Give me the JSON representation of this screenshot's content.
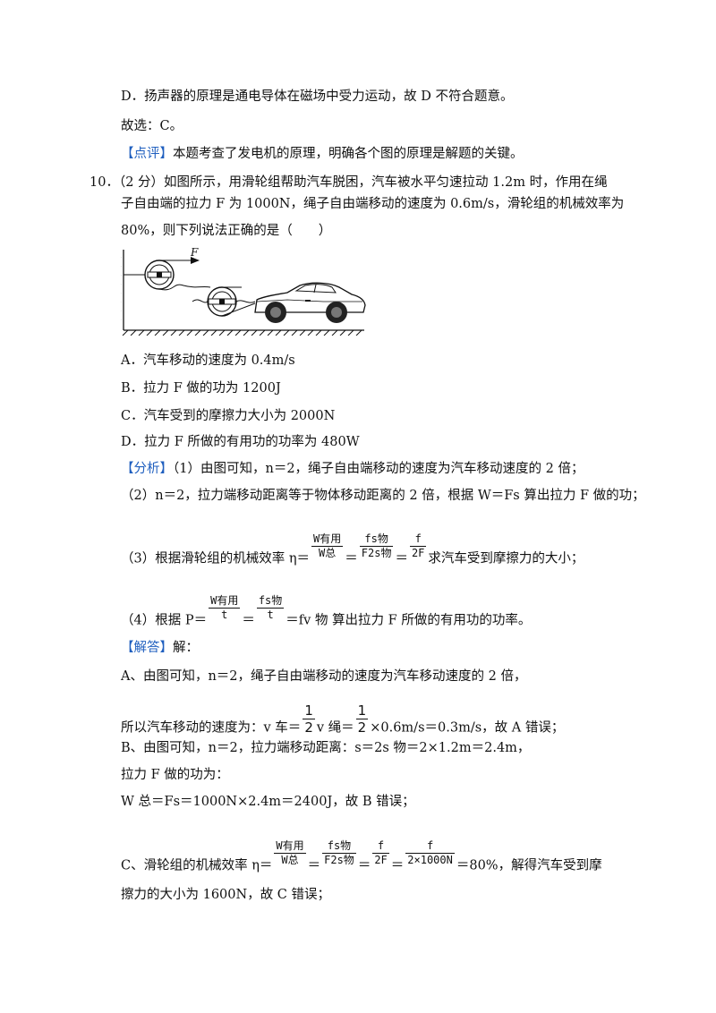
{
  "line_d": "D．扬声器的原理是通电导体在磁场中受力运动，故 D 不符合题意。",
  "line_choice": "故选：C。",
  "comment_tag": "【点评】",
  "comment_text": "本题考查了发电机的原理，明确各个图的原理是解题的关键。",
  "q_no": "10．",
  "q_text1": "（2 分）如图所示，用滑轮组帮助汽车脱困，汽车被水平匀速拉动 1.2m 时，作用在绳",
  "q_text2": "子自由端的拉力 F 为 1000N，绳子自由端移动的速度为 0.6m/s，滑轮组的机械效率为",
  "q_text3": "80%，则下列说法正确的是（　　）",
  "fig_label_F": "F",
  "opt_a": "A．汽车移动的速度为 0.4m/s",
  "opt_b": "B．拉力 F 做的功为 1200J",
  "opt_c": "C．汽车受到的摩擦力大小为 2000N",
  "opt_d": "D．拉力 F 所做的有用功的功率为 480W",
  "analysis_tag": "【分析】",
  "an1": "（1）由图可知，n＝2，绳子自由端移动的速度为汽车移动速度的 2 倍；",
  "an2": "（2）n＝2，拉力端移动距离等于物体移动距离的 2 倍，根据 W＝Fs 算出拉力 F 做的功；",
  "an3_pre": "（3）根据滑轮组的机械效率 η＝",
  "an3_post": "求汽车受到摩擦力的大小；",
  "an4_pre": "（4）根据 P＝",
  "an4_post": "＝fv 物 算出拉力 F 所做的有用功的功率。",
  "f_wyong": "W有用",
  "f_wzong": "W总",
  "f_fs": "fs物",
  "f_F2s": "F2s物",
  "f_f": "f",
  "f_2F": "2F",
  "f_t": "t",
  "f_2x1000": "2×1000N",
  "f_1": "1",
  "f_2": "2",
  "eq": "＝",
  "answer_tag": "【解答】",
  "answer_head": "解：",
  "ans_a1": "A、由图可知，n＝2，绳子自由端移动的速度为汽车移动速度的 2 倍，",
  "ans_a2_pre": "所以汽车移动的速度为：v 车＝",
  "ans_a2_mid": "v 绳＝",
  "ans_a2_post": "×0.6m/s＝0.3m/s，故 A 错误；",
  "ans_b1": "B、由图可知，n＝2，拉力端移动距离：s＝2s 物＝2×1.2m＝2.4m，",
  "ans_b2": "拉力 F 做的功为：",
  "ans_b3": "W 总＝Fs＝1000N×2.4m＝2400J，故 B 错误；",
  "ans_c_pre": "C、滑轮组的机械效率 η＝",
  "ans_c_post": "＝80%，解得汽车受到摩",
  "ans_c2": "擦力的大小为 1600N，故 C 错误；"
}
